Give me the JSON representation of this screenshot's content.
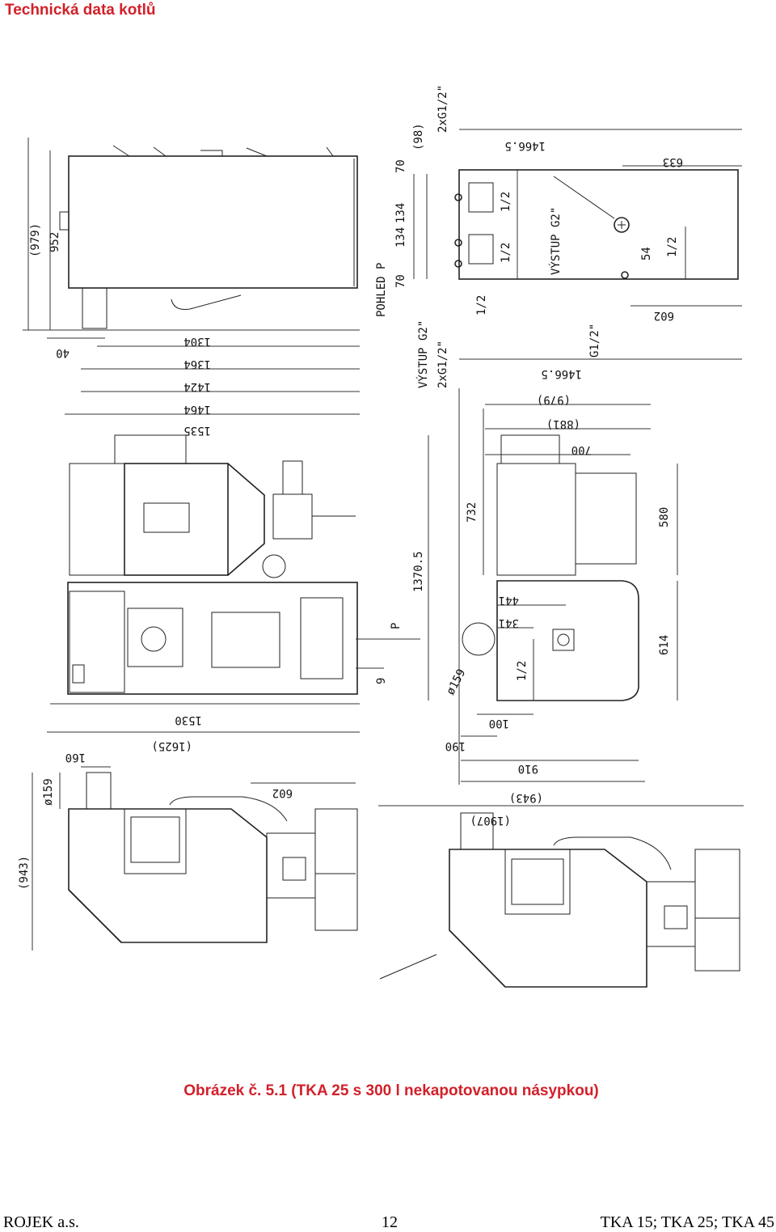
{
  "header": {
    "title": "Technická data kotlů"
  },
  "drawing": {
    "labels": {
      "d979a": "(979)",
      "d952": "952",
      "d40": "40",
      "d1304": "1304",
      "d1364": "1364",
      "d1424": "1424",
      "d1464": "1464",
      "d1535": "1535",
      "pohled": "POHLED P",
      "d70a": "70",
      "d70b": "70",
      "d134a": "134",
      "d134b": "134",
      "d98": "(98)",
      "g12top": "2xG1/2\"",
      "vystup1": "VÝSTUP G2\"",
      "g12bot": "2xG1/2\"",
      "d1466a": "1466.5",
      "d633": "633",
      "vystup2": "VÝSTUP G2\"",
      "half1": "1/2",
      "half2": "1/2",
      "half3": "1/2",
      "d54": "54",
      "half4": "1/2",
      "d602a": "602",
      "g12c": "G1/2\"",
      "d1466b": "1466.5",
      "d979b": "(979)",
      "d881": "(881)",
      "d700": "700",
      "d580": "580",
      "d732": "732",
      "d1370": "1370.5",
      "p": "P",
      "d441": "441",
      "d341": "341",
      "d614": "614",
      "half5": "1/2",
      "d159a": "ø159",
      "d9": "9",
      "d1530": "1530",
      "d1625": "(1625)",
      "d100": "100",
      "d190": "190",
      "d910": "910",
      "d943a": "(943)",
      "d160": "160",
      "d159b": "ø159",
      "d602b": "602",
      "d943b": "(943)",
      "d1907": "(1907)"
    }
  },
  "caption": "Obrázek č. 5.1 (TKA 25 s 300 l nekapotovanou násypkou)",
  "footer": {
    "left": "ROJEK a.s.",
    "center": "12",
    "right": "TKA 15; TKA 25; TKA 45"
  }
}
